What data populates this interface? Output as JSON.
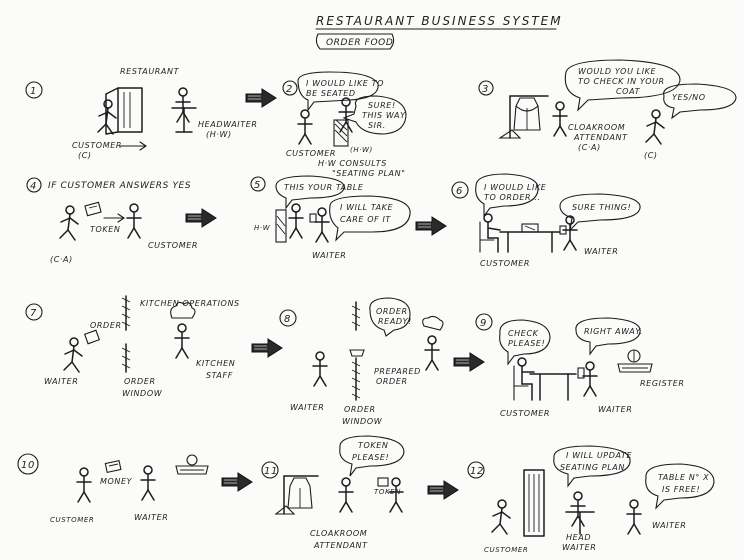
{
  "title": "RESTAURANT   BUSINESS SYSTEM",
  "subtitle": "ORDER FOOD",
  "steps": [
    {
      "num": "1",
      "labels": [
        "RESTAURANT",
        "HEADWAITER",
        "(H·W)",
        "CUSTOMER",
        "(C)"
      ]
    },
    {
      "num": "2",
      "bubbles": [
        "I WOULD LIKE TO",
        "BE SEATED",
        "SURE!",
        "THIS WAY",
        "SIR."
      ],
      "labels": [
        "CUSTOMER",
        "(H·W)"
      ]
    },
    {
      "num": "3",
      "bubbles": [
        "WOULD YOU LIKE",
        "TO CHECK IN YOUR",
        "COAT",
        "YES/NO"
      ],
      "labels": [
        "CLOAKROOM",
        "ATTENDANT",
        "(C·A)",
        "(C)"
      ]
    },
    {
      "num": "4",
      "heading": "IF CUSTOMER ANSWERS YES",
      "labels": [
        "TOKEN",
        "CUSTOMER",
        "(C·A)"
      ]
    },
    {
      "num": "5",
      "note": [
        "H·W CONSULTS",
        "\"SEATING PLAN\""
      ],
      "bubbles": [
        "THIS YOUR TABLE",
        "I WILL TAKE",
        "CARE OF IT"
      ],
      "labels": [
        "H·W",
        "WAITER"
      ]
    },
    {
      "num": "6",
      "bubbles": [
        "I WOULD LIKE",
        "TO ORDER...",
        "SURE THING!"
      ],
      "labels": [
        "CUSTOMER",
        "WAITER"
      ]
    },
    {
      "num": "7",
      "labels": [
        "KITCHEN OPERATIONS",
        "ORDER",
        "WAITER",
        "ORDER",
        "WINDOW",
        "KITCHEN",
        "STAFF"
      ]
    },
    {
      "num": "8",
      "bubbles": [
        "ORDER",
        "READY!"
      ],
      "labels": [
        "PREPARED",
        "ORDER",
        "WAITER",
        "ORDER",
        "WINDOW"
      ]
    },
    {
      "num": "9",
      "bubbles": [
        "CHECK",
        "PLEASE!",
        "RIGHT AWAY."
      ],
      "labels": [
        "CUSTOMER",
        "WAITER",
        "REGISTER"
      ]
    },
    {
      "num": "10",
      "labels": [
        "MONEY",
        "CUSTOMER",
        "WAITER"
      ]
    },
    {
      "num": "11",
      "bubbles": [
        "TOKEN",
        "PLEASE!"
      ],
      "labels": [
        "TOKEN",
        "CLOAKROOM",
        "ATTENDANT"
      ]
    },
    {
      "num": "12",
      "bubbles": [
        "I WILL UPDATE",
        "SEATING PLAN",
        "TABLE N° X",
        "IS FREE!"
      ],
      "labels": [
        "HEAD",
        "WAITER",
        "WAITER",
        "CUSTOMER"
      ]
    }
  ]
}
